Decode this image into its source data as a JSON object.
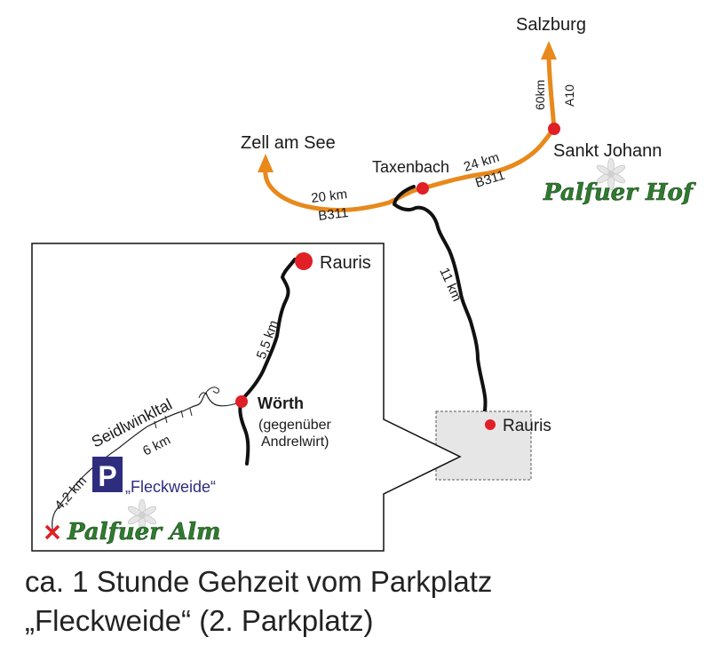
{
  "places": {
    "salzburg": "Salzburg",
    "zell_am_see": "Zell am See",
    "taxenbach": "Taxenbach",
    "sankt_johann": "Sankt Johann",
    "rauris_main": "Rauris",
    "rauris_inset": "Rauris",
    "woerth": "Wörth",
    "woerth_note_1": "(gegenüber",
    "woerth_note_2": "Andrelwirt)",
    "seidlwinkltal": "Seidlwinkltal",
    "fleckweide": "„Fleckweide“"
  },
  "roads": {
    "a10": "A10",
    "a10_km": "60km",
    "b311_east_km": "24 km",
    "b311_east": "B311",
    "b311_west_km": "20 km",
    "b311_west": "B311",
    "rauris_road_km": "11 km",
    "woerth_km": "5,5 km",
    "seidlwinkl_km": "6 km",
    "alm_km": "4,2 km"
  },
  "parking": {
    "symbol": "P"
  },
  "logos": {
    "hof": "Palfuer Hof",
    "alm": "Palfuer Alm"
  },
  "caption": {
    "line1": "ca. 1 Stunde Gehzeit vom Parkplatz",
    "line2": "„Fleckweide“ (2. Parkplatz)"
  },
  "colors": {
    "orange_road": "#e8891c",
    "town_dot": "#e01f26",
    "road_black": "#111111",
    "parking_blue": "#2e2d7d",
    "logo_green": "#2f7a2f",
    "inset_fill": "#e6e6e6"
  }
}
